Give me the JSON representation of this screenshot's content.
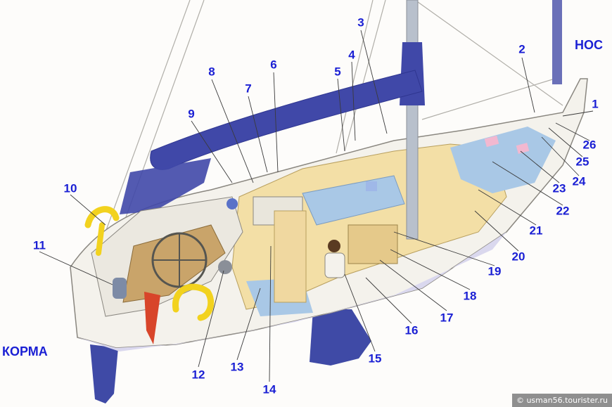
{
  "diagram": {
    "bow_label": "НОС",
    "stern_label": "КОРМА",
    "callouts": [
      "1",
      "2",
      "3",
      "4",
      "5",
      "6",
      "7",
      "8",
      "9",
      "10",
      "11",
      "12",
      "13",
      "14",
      "15",
      "16",
      "17",
      "18",
      "19",
      "20",
      "21",
      "22",
      "23",
      "24",
      "25",
      "26"
    ]
  },
  "watermark": "© usman56.tourister.ru",
  "colors": {
    "label_blue": "#1a1fd4",
    "sail_cover": "#4048a8",
    "hull_white": "#f4f2ec",
    "interior_wood": "#f3dfa6",
    "cushion_blue": "#a9c8e6",
    "keel_rudder": "#3f4aa6"
  }
}
